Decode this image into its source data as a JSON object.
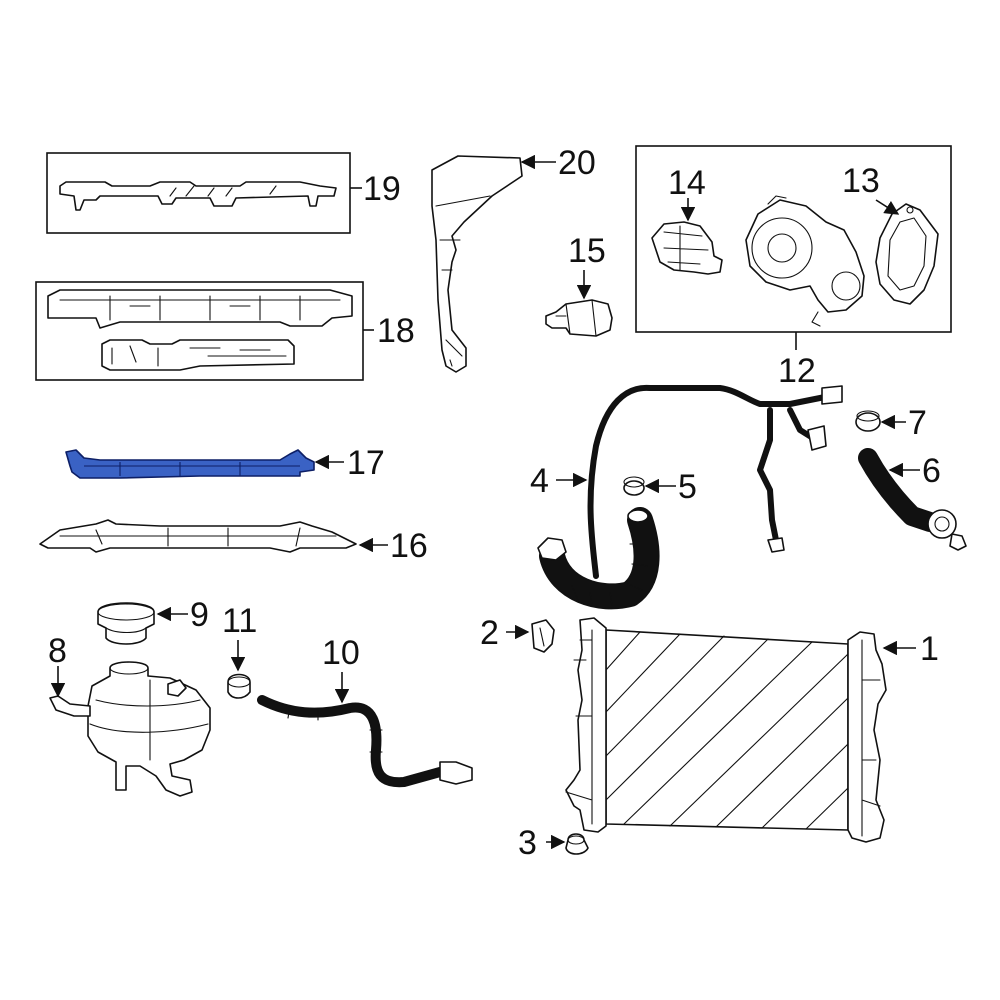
{
  "diagram": {
    "callouts": [
      "1",
      "2",
      "3",
      "4",
      "5",
      "6",
      "7",
      "8",
      "9",
      "10",
      "11",
      "12",
      "13",
      "14",
      "15",
      "16",
      "17",
      "18",
      "19",
      "20"
    ],
    "highlight_color": "#3a62c4",
    "line_color": "#111111",
    "background": "#ffffff"
  }
}
